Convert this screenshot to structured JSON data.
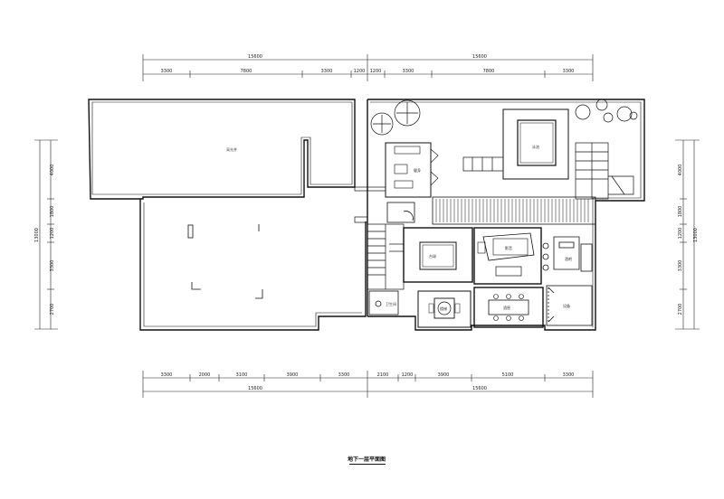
{
  "drawing": {
    "title": "地下一层平面图"
  },
  "dimensions": {
    "top_totals": [
      "15600",
      "15600"
    ],
    "top_segments": [
      "3300",
      "7800",
      "3300",
      "1200",
      "1200",
      "3300",
      "7800",
      "3300"
    ],
    "bottom_segments": [
      "3300",
      "2000",
      "3100",
      "3900",
      "3300",
      "2100",
      "1200",
      "3900",
      "5100",
      "3300"
    ],
    "bottom_totals": [
      "15600",
      "15600"
    ],
    "left_segments": [
      "4000",
      "1800",
      "1200",
      "3300",
      "2700"
    ],
    "left_total": "13000",
    "right_segments": [
      "4000",
      "1800",
      "1200",
      "3300",
      "2700"
    ],
    "right_total": "13000"
  },
  "rooms": {
    "upper_left": "采光井",
    "pool": "泳池",
    "gym": "健身",
    "billiards": "台球",
    "lounge": "影音",
    "dining": "酒吧",
    "storage": "设备",
    "wine": "酒窖",
    "wc": "卫生间",
    "stair": "楼梯"
  }
}
